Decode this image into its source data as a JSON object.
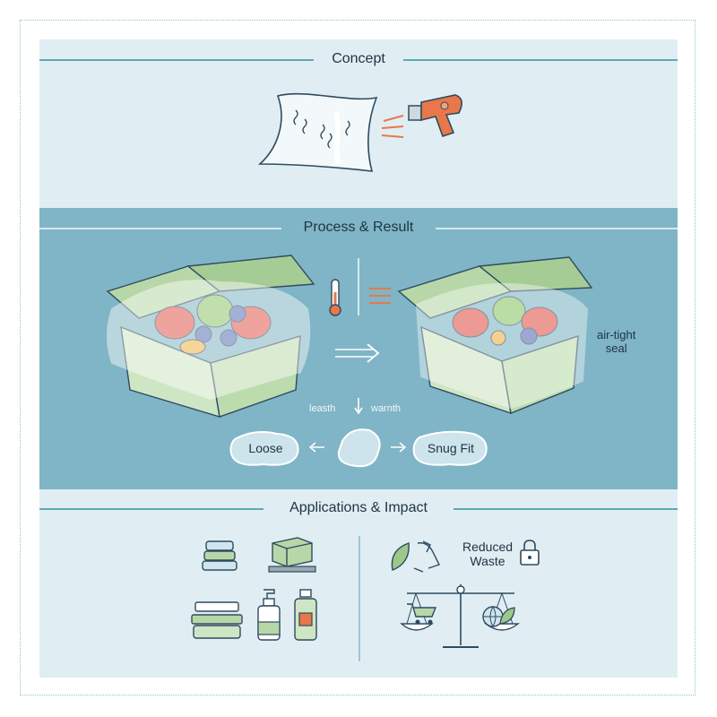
{
  "sections": {
    "concept": {
      "title": "Concept"
    },
    "process": {
      "title": "Process & Result",
      "cool_label": "leasth",
      "warm_label": "warnth",
      "loose_label": "Loose",
      "snug_label": "Snug Fit",
      "seal_line1": "air-tight",
      "seal_line2": "seal"
    },
    "apps": {
      "title": "Applications & Impact",
      "waste_line1": "Reduced",
      "waste_line2": "Waste"
    }
  },
  "colors": {
    "light_panel": "#e0eef3",
    "teal_panel": "#7fb5c6",
    "accent_orange": "#e8774a",
    "box_green": "#b7d7a8",
    "outline": "#2f4a5f"
  },
  "icons": [
    "film-sheet-icon",
    "heat-gun-icon",
    "thermometer-icon",
    "heat-wave-icon",
    "arrow-right-icon",
    "arrow-down-icon",
    "stacked-trays-icon",
    "pallet-icon",
    "food-container-icon",
    "pump-bottle-icon",
    "spray-bottle-icon",
    "recycle-leaf-icon",
    "lock-icon",
    "balance-scale-icon",
    "shopping-cart-icon",
    "globe-leaf-icon"
  ]
}
